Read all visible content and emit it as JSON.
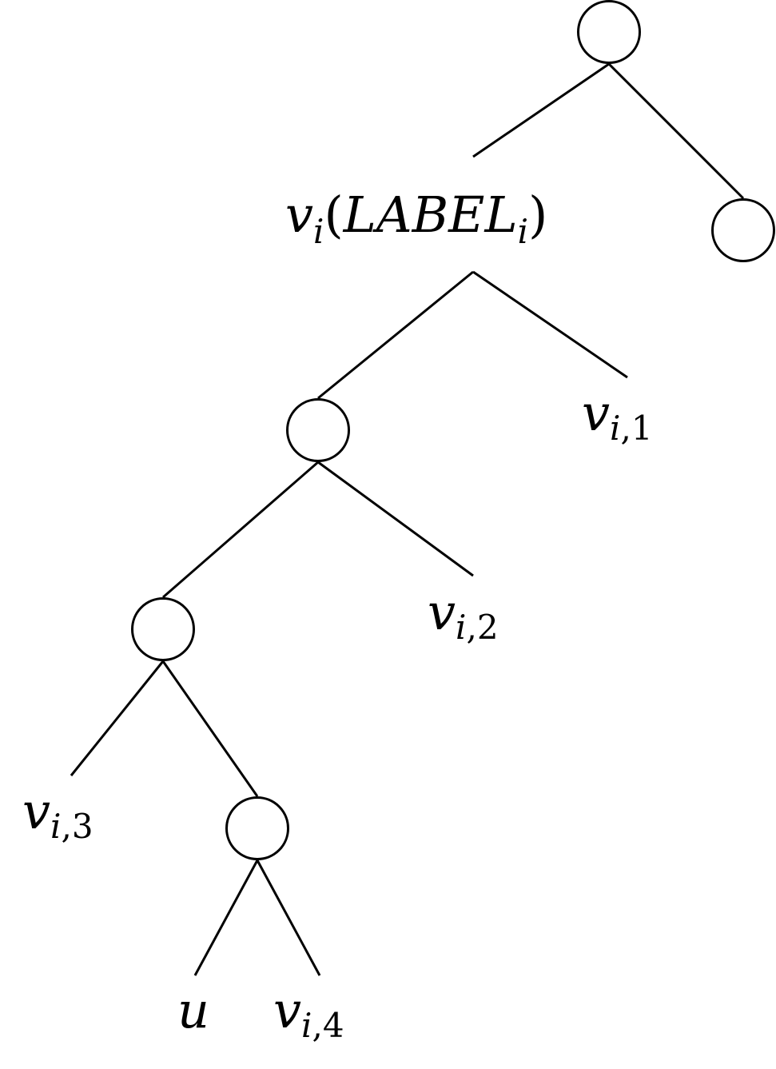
{
  "diagram": {
    "type": "binary-tree",
    "labels": {
      "v_i_label": {
        "base": "v",
        "sub": "i",
        "open": "(",
        "name": "LABEL",
        "name_sub": "i",
        "close": ")"
      },
      "v_i_1": {
        "base": "v",
        "sub_var": "i",
        "sub_rest": ",1"
      },
      "v_i_2": {
        "base": "v",
        "sub_var": "i",
        "sub_rest": ",2"
      },
      "v_i_3": {
        "base": "v",
        "sub_var": "i",
        "sub_rest": ",3"
      },
      "v_i_4": {
        "base": "v",
        "sub_var": "i",
        "sub_rest": ",4"
      },
      "u": {
        "base": "u"
      }
    },
    "colors": {
      "line": "#000000",
      "background": "#ffffff"
    }
  }
}
